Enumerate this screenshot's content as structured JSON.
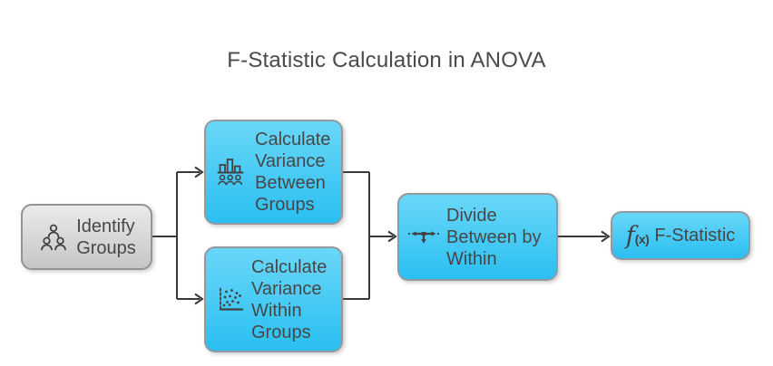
{
  "title": "F-Statistic Calculation in ANOVA",
  "colors": {
    "node_cyan_top": "#6ad7f8",
    "node_cyan_bottom": "#2abff1",
    "node_gray_top": "#eaeaea",
    "node_gray_bottom": "#c6c6c6",
    "node_border": "#929aa0",
    "edge": "#383838",
    "text": "#474747"
  },
  "nodes": {
    "identify": {
      "label": "Identify\nGroups",
      "icon": "people-group-icon"
    },
    "between": {
      "label": "Calculate\nVariance\nBetween\nGroups",
      "icon": "bar-chart-people-icon"
    },
    "within": {
      "label": "Calculate\nVariance\nWithin\nGroups",
      "icon": "scatter-plot-icon"
    },
    "divide": {
      "label": "Divide\nBetween by\nWithin",
      "icon": "split-arrows-icon"
    },
    "fstat": {
      "label": "F-Statistic",
      "icon": "fx-icon",
      "fx": "f",
      "fx_arg": "(x)"
    }
  }
}
